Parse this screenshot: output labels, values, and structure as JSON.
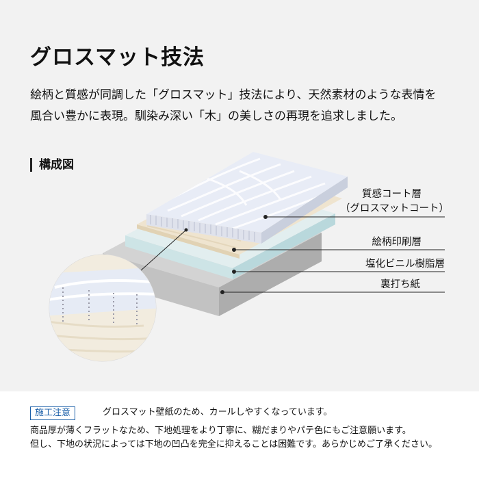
{
  "header": {
    "title": "グロスマット技法",
    "description": [
      "絵柄と質感が同調した「グロスマット」技法により、天然素材のような表情を",
      "風合い豊かに表現。馴染み深い「木」の美しさの再現を追求しました。"
    ]
  },
  "section": {
    "label": "構成図"
  },
  "layers": [
    {
      "id": "gloss-matte-coat",
      "label": "質感コート層",
      "sublabel": "（グロスマットコート）"
    },
    {
      "id": "pattern-print",
      "label": "絵柄印刷層"
    },
    {
      "id": "pvc",
      "label": "塩化ビニル樹脂層"
    },
    {
      "id": "backing-paper",
      "label": "裏打ち紙"
    }
  ],
  "notes": {
    "badge": "施工注意",
    "headline": "グロスマット壁紙のため、カールしやすくなっています。",
    "lines": [
      "商品厚が薄くフラットなため、下地処理をより丁寧に、糊だまりやパテ色にもご注意願います。",
      "但し、下地の状況によっては下地の凹凸を完全に抑えることは困難です。あらかじめご了承ください。"
    ]
  },
  "colors": {
    "background": "#f2f2f2",
    "coat": "#e8ecf6",
    "print": "#efe6d2",
    "pvc": "#dde9ea",
    "paper": "#c9c9c9",
    "badge": "#1b5fa8"
  }
}
